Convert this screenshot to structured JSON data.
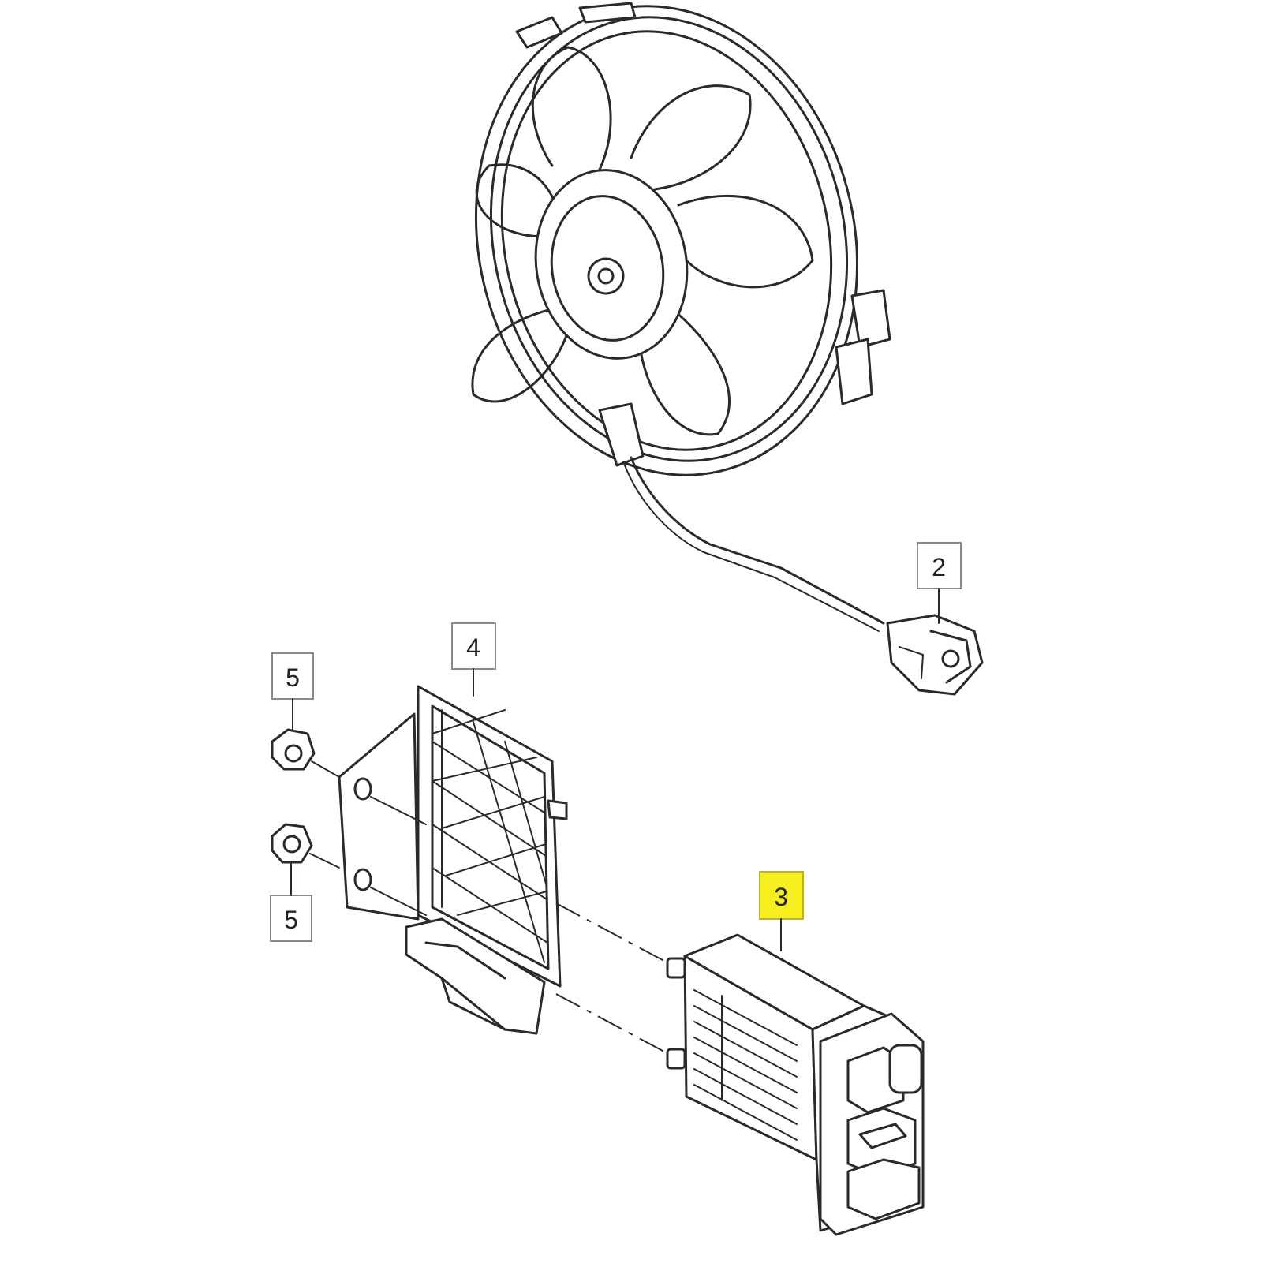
{
  "callouts": [
    {
      "id": "2",
      "text": "2",
      "highlighted": false
    },
    {
      "id": "3",
      "text": "3",
      "highlighted": true
    },
    {
      "id": "4",
      "text": "4",
      "highlighted": false
    },
    {
      "id": "5a",
      "text": "5",
      "highlighted": false
    },
    {
      "id": "5b",
      "text": "5",
      "highlighted": false
    }
  ],
  "colors": {
    "highlight": "#f5ef1e",
    "line": "#2a2a2a",
    "label_border": "#8a8a8a",
    "background": "#ffffff"
  }
}
